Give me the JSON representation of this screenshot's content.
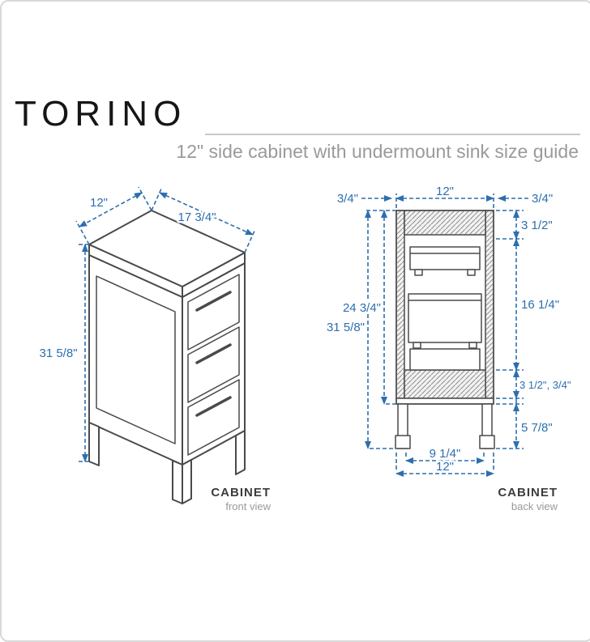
{
  "header": {
    "title": "TORINO",
    "subtitle": "12\" side cabinet with undermount sink size guide"
  },
  "front_view": {
    "caption_title": "CABINET",
    "caption_sub": "front view",
    "dim_width": "12\"",
    "dim_depth": "17 3/4\"",
    "dim_height": "31 5/8\""
  },
  "back_view": {
    "caption_title": "CABINET",
    "caption_sub": "back view",
    "dim_top_left_thickness": "3/4\"",
    "dim_top_width": "12\"",
    "dim_top_right_thickness": "3/4\"",
    "dim_top_section": "3 1/2\"",
    "dim_mid_section": "16 1/4\"",
    "dim_lower_section": "3 1/2\", 3/4\"",
    "dim_leg_height": "5 7/8\"",
    "dim_inner_height": "24 3/4\"",
    "dim_total_height": "31 5/8\"",
    "dim_bottom_inner_width": "9 1/4\"",
    "dim_bottom_width": "12\""
  },
  "colors": {
    "dimension_blue": "#2d6fae",
    "outline_gray": "#4a4a4a",
    "muted_text_gray": "#9a9a9a",
    "border_gray": "#d8d8d8"
  }
}
